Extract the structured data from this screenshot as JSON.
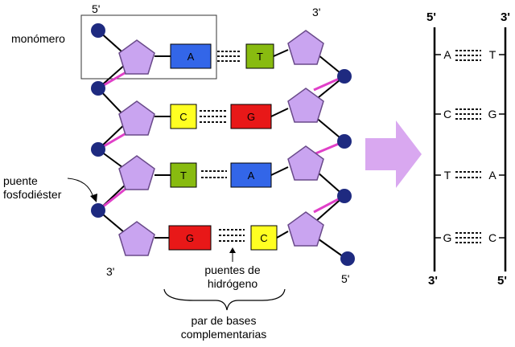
{
  "labels": {
    "top_left_5": "5'",
    "top_right_3": "3'",
    "bottom_left_3": "3'",
    "bottom_right_5": "5'",
    "monomer": "monómero",
    "bridge_line1": "puente",
    "bridge_line2": "fosfodiéster",
    "hbond_line1": "puentes de",
    "hbond_line2": "hidrógeno",
    "pair_line1": "par de bases",
    "pair_line2": "complementarias"
  },
  "pairs": [
    {
      "left": "A",
      "right": "T",
      "left_color": "#3366e8",
      "right_color": "#88bb10"
    },
    {
      "left": "C",
      "right": "G",
      "left_color": "#ffff22",
      "right_color": "#e81818"
    },
    {
      "left": "T",
      "right": "A",
      "left_color": "#88bb10",
      "right_color": "#3366e8"
    },
    {
      "left": "G",
      "right": "C",
      "left_color": "#e81818",
      "right_color": "#ffff22"
    }
  ],
  "schematic": {
    "top_left": "5'",
    "top_right": "3'",
    "bottom_left": "3'",
    "bottom_right": "5'",
    "pairs": [
      {
        "left": "A",
        "right": "T"
      },
      {
        "left": "C",
        "right": "G"
      },
      {
        "left": "T",
        "right": "A"
      },
      {
        "left": "G",
        "right": "C"
      }
    ]
  },
  "colors": {
    "sugar": "#c9a4f0",
    "sugar_stroke": "#6a4a8a",
    "phosphate": "#1e2a80",
    "bridge": "#e040c8",
    "arrow": "#d9a8f0"
  }
}
